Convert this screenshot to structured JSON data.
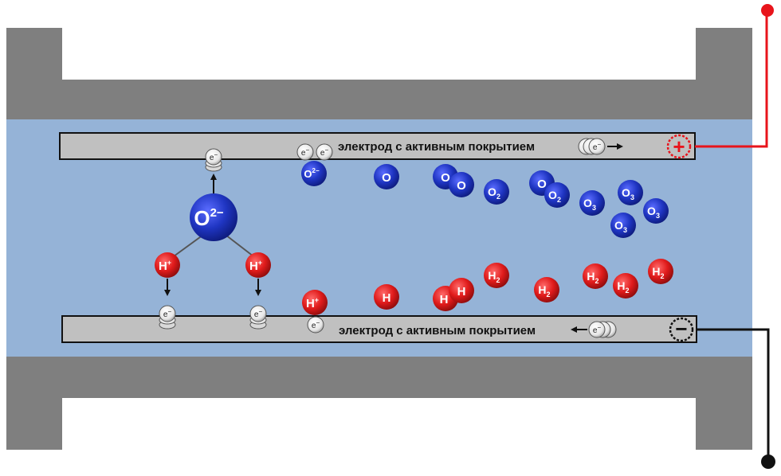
{
  "electrodes": {
    "top_label": "электрод с активным покрытием",
    "bottom_label": "электрод с активным покрытием",
    "plus_symbol": "+",
    "minus_symbol": "−"
  },
  "species": {
    "electron": "e",
    "electron_charge": "−",
    "oxygen_ion": "O",
    "oxygen_ion_charge": "2−",
    "proton": "H",
    "proton_charge": "+",
    "oxygen_atom": "O",
    "oxygen_molecule": "O",
    "ozone": "O",
    "hydrogen_atom": "H",
    "hydrogen_molecule": "H",
    "subscript_2": "2",
    "subscript_3": "3"
  },
  "colors": {
    "frame": "#7f7f7f",
    "gap": "#95b3d7",
    "electrode": "#c0c0c0",
    "oxygen": "#1f35c2",
    "hydrogen": "#e01b1b",
    "positive_wire": "#e8141b",
    "negative_wire": "#111111"
  }
}
